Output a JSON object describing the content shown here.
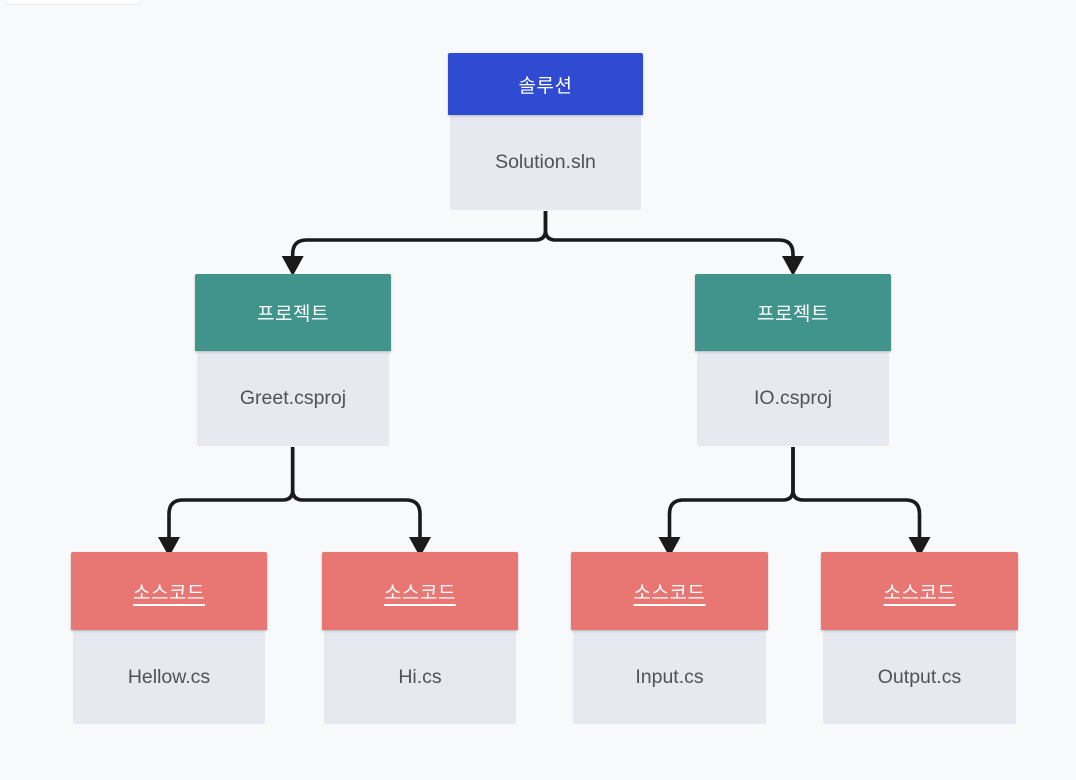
{
  "nodes": {
    "solution": {
      "header": "솔루션",
      "label": "Solution.sln"
    },
    "project_left": {
      "header": "프로젝트",
      "label": "Greet.csproj"
    },
    "project_right": {
      "header": "프로젝트",
      "label": "IO.csproj"
    },
    "source_1": {
      "header": "소스코드",
      "label": "Hellow.cs"
    },
    "source_2": {
      "header": "소스코드",
      "label": "Hi.cs"
    },
    "source_3": {
      "header": "소스코드",
      "label": "Input.cs"
    },
    "source_4": {
      "header": "소스코드",
      "label": "Output.cs"
    }
  },
  "edges": [
    {
      "from": "solution",
      "to": "project_left"
    },
    {
      "from": "solution",
      "to": "project_right"
    },
    {
      "from": "project_left",
      "to": "source_1"
    },
    {
      "from": "project_left",
      "to": "source_2"
    },
    {
      "from": "project_right",
      "to": "source_3"
    },
    {
      "from": "project_right",
      "to": "source_4"
    }
  ],
  "colors": {
    "background": "#f8f9fb",
    "solution_header": "#2e4bd2",
    "project_header": "#40948c",
    "source_header": "#e87672",
    "node_body": "#e6e9ef",
    "header_text": "#ffffff",
    "body_text": "#4d5359",
    "connector": "#1a1a1a"
  }
}
